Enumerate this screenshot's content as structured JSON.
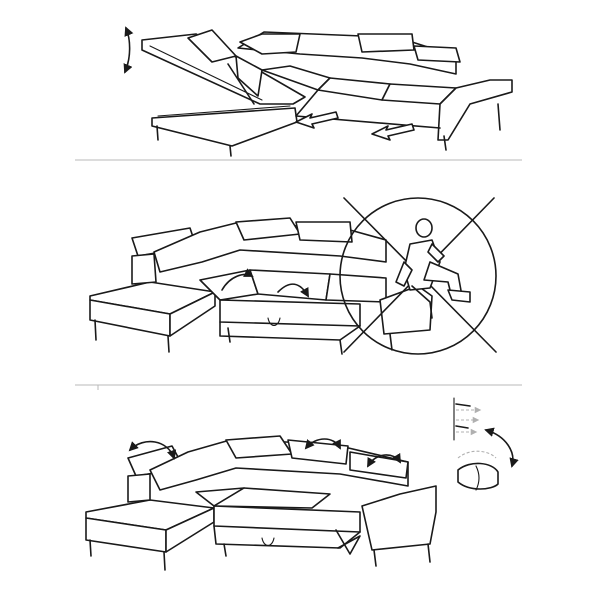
{
  "colors": {
    "line": "#1a1a1a",
    "divider": "#b8b8b8",
    "ghost": "#b0b0b0",
    "background": "#ffffff"
  },
  "panels": [
    {
      "id": "panel-storage",
      "icons": [
        "up-down-arrow-icon",
        "slide-out-arrow-icon",
        "slide-out-arrow-icon"
      ]
    },
    {
      "id": "panel-bed-mechanism",
      "icons": [
        "fold-arrow-icon",
        "fold-arrow-icon",
        "prohibited-sitting-icon"
      ]
    },
    {
      "id": "panel-headrests",
      "icons": [
        "headrest-adjust-arrow-icon",
        "headrest-adjust-arrow-icon",
        "headrest-adjust-arrow-icon",
        "rotate-arrow-icon"
      ]
    }
  ]
}
